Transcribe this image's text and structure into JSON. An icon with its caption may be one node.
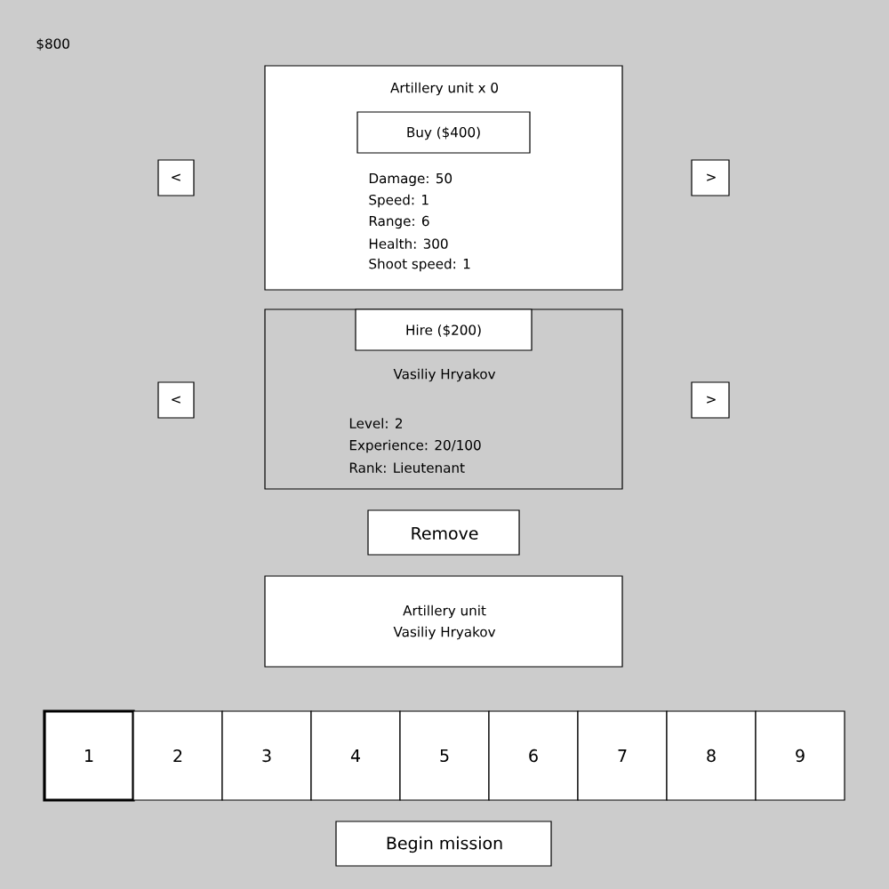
{
  "diagram": {
    "nodes": [
      {
        "text": [
          "Artillery unit x 0",
          "Damage: 50",
          "Speed: 1",
          "Range: 6",
          "Health: 300",
          "Shoot speed: 1"
        ]
      },
      {
        "text": [
          "Buy ($400)"
        ],
        "in": 0
      },
      {
        "text": [
          "<"
        ]
      },
      {
        "text": [
          ">"
        ]
      },
      {
        "text": [
          "Vasiliy Hryakov",
          "Level: 2",
          "Experience: 20/100",
          "Rank: Lieutenant"
        ]
      },
      {
        "text": [
          "Hire ($200)"
        ],
        "in": 4
      },
      {
        "text": [
          "<"
        ]
      },
      {
        "text": [
          ">"
        ]
      },
      {
        "text": [
          "Remove"
        ]
      },
      {
        "text": [
          "Artillery unit",
          "Vasiliy Hryakov"
        ]
      },
      {
        "text": [
          "1"
        ]
      },
      {
        "text": [
          "2"
        ]
      },
      {
        "text": [
          "3"
        ]
      },
      {
        "text": [
          "4"
        ]
      },
      {
        "text": [
          "5"
        ]
      },
      {
        "text": [
          "6"
        ]
      },
      {
        "text": [
          "7"
        ]
      },
      {
        "text": [
          "8"
        ]
      },
      {
        "text": [
          "9"
        ]
      },
      {
        "text": [
          "Begin mission"
        ]
      }
    ],
    "labels": [
      "$800"
    ]
  }
}
